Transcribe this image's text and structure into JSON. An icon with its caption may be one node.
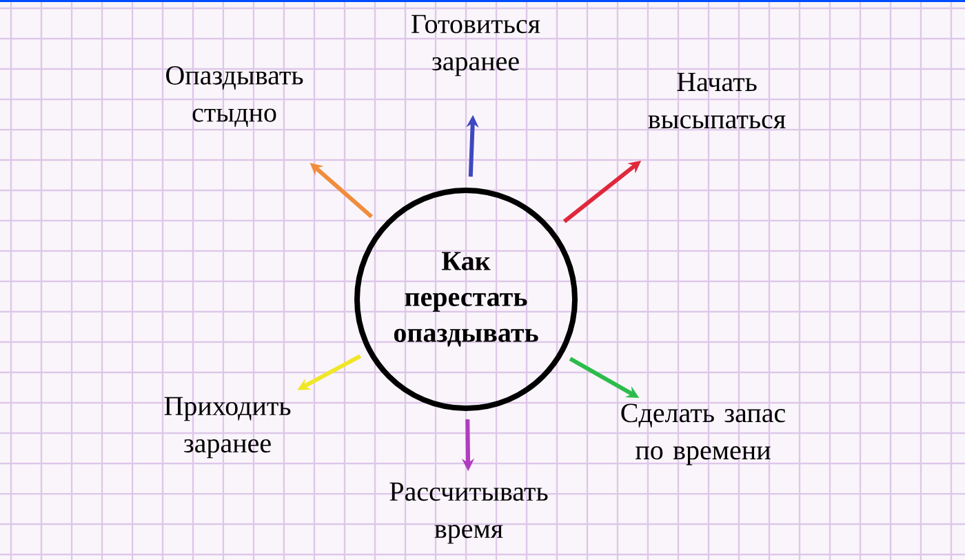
{
  "diagram": {
    "nodes": [
      {
        "text": [
          "Как перестать опаздывать"
        ]
      },
      {
        "text": [
          "Готовиться заранее"
        ]
      },
      {
        "text": [
          "Опаздывать стыдно"
        ]
      },
      {
        "text": [
          "Начать высыпаться"
        ]
      },
      {
        "text": [
          "Приходить заранее"
        ]
      },
      {
        "text": [
          "Сделать запас по времени"
        ]
      },
      {
        "text": [
          "Рассчитывать время"
        ]
      }
    ],
    "edges": [
      {
        "from": 0,
        "to": 1,
        "arrow": "to",
        "color": "#3f48c0"
      },
      {
        "from": 0,
        "to": 2,
        "arrow": "to",
        "color": "#f08c3c"
      },
      {
        "from": 0,
        "to": 3,
        "arrow": "to",
        "color": "#e0283c"
      },
      {
        "from": 0,
        "to": 4,
        "arrow": "to",
        "color": "#f0e628"
      },
      {
        "from": 0,
        "to": 5,
        "arrow": "to",
        "color": "#2cbc4c"
      },
      {
        "from": 0,
        "to": 6,
        "arrow": "to",
        "color": "#b03cc0"
      }
    ]
  }
}
